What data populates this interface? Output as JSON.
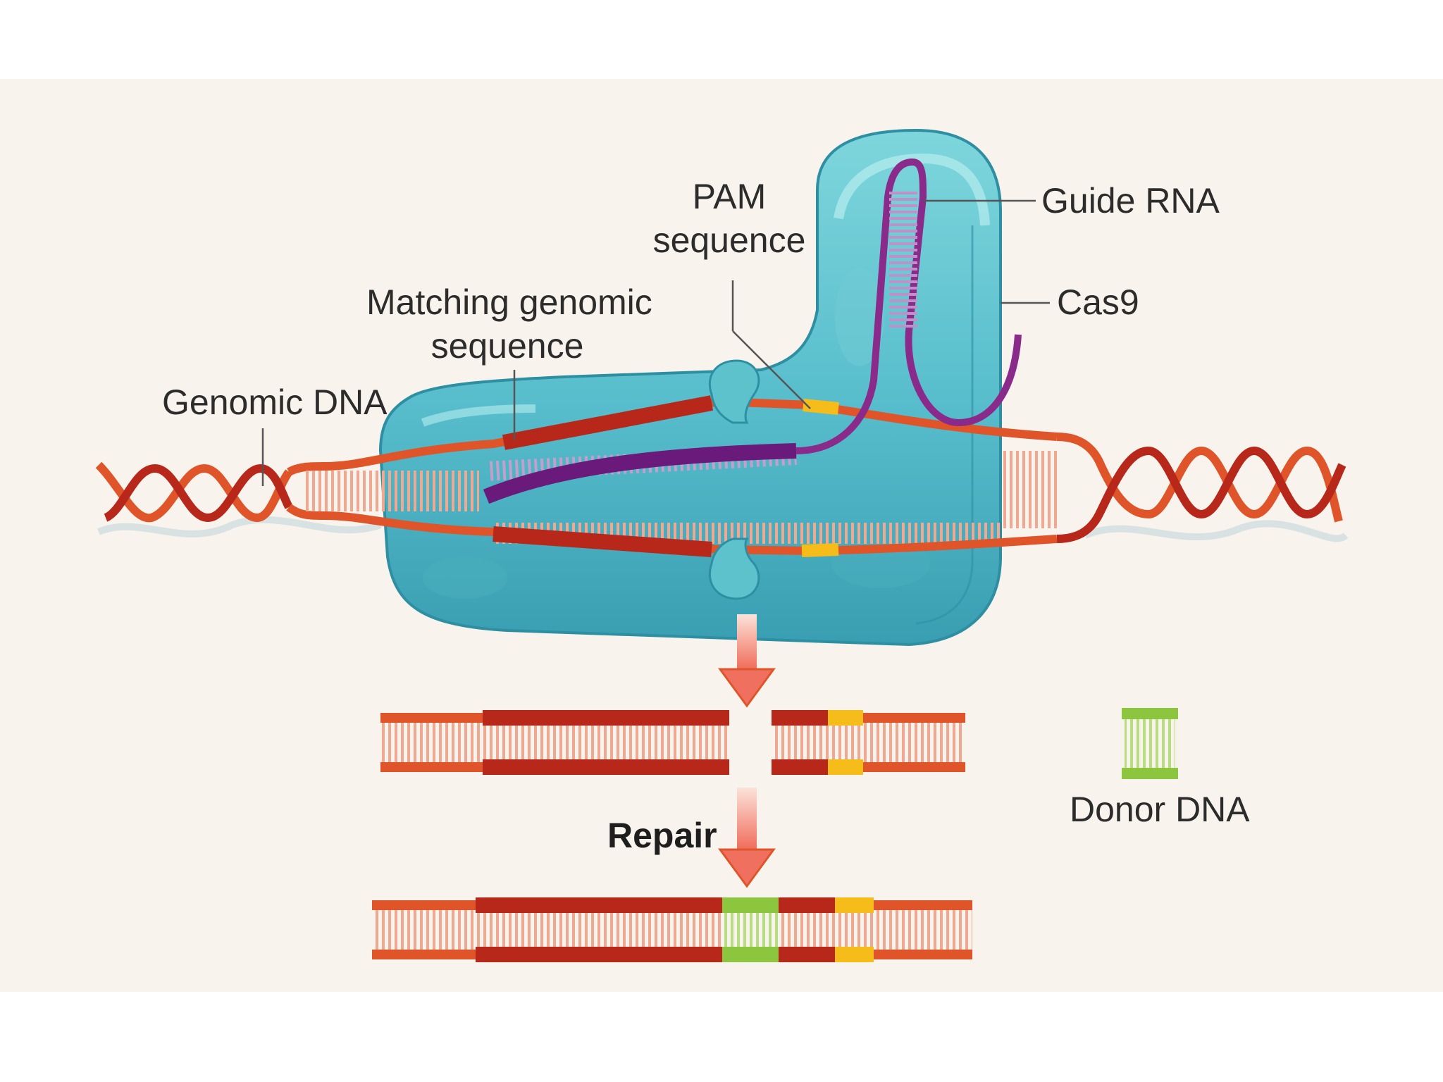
{
  "labels": {
    "pam_line1": "PAM",
    "pam_line2": "sequence",
    "guide_rna": "Guide RNA",
    "cas9": "Cas9",
    "matching_line1": "Matching genomic",
    "matching_line2": "sequence",
    "genomic_dna": "Genomic DNA",
    "donor_dna": "Donor DNA",
    "repair": "Repair"
  },
  "icons": [
    "cas9-protein",
    "dna-double-helix",
    "guide-rna-hairpin",
    "down-arrow"
  ],
  "colors": {
    "background": "#f8f4ed",
    "dna_strand": "#e0542a",
    "dna_match": "#b8281a",
    "dna_rung": "#f0a890",
    "pam": "#f5bc1a",
    "guide_rna": "#8a2a8a",
    "donor": "#8cc63f",
    "cas9": "#5cc0cc",
    "arrow": "#f07060"
  }
}
